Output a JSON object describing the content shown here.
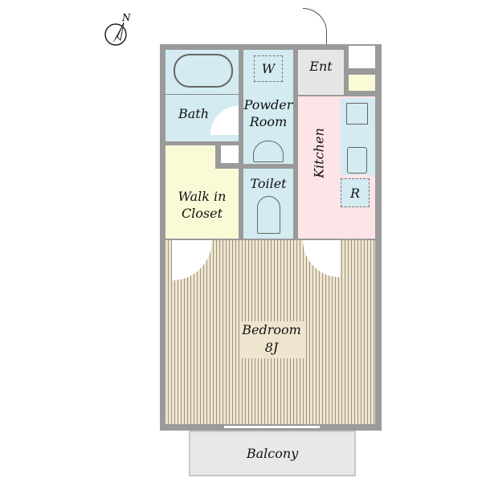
{
  "compass": {
    "label": "N"
  },
  "rooms": {
    "bath": "Bath",
    "powder_room": [
      "Powder",
      "Room"
    ],
    "washer": "W",
    "entrance": "Ent",
    "kitchen": "Kitchen",
    "refrigerator": "R",
    "walk_in_closet": [
      "Walk in",
      "Closet"
    ],
    "toilet": "Toilet",
    "bedroom": [
      "Bedroom",
      "8J"
    ],
    "balcony": "Balcony"
  },
  "colors": {
    "wet": "#d3ebf1",
    "closet": "#fbfad7",
    "kitchen": "#fde4e7",
    "entrance": "#e6e6e6",
    "bedroom": "#efe5cf",
    "wall": "#9a9a9a"
  }
}
